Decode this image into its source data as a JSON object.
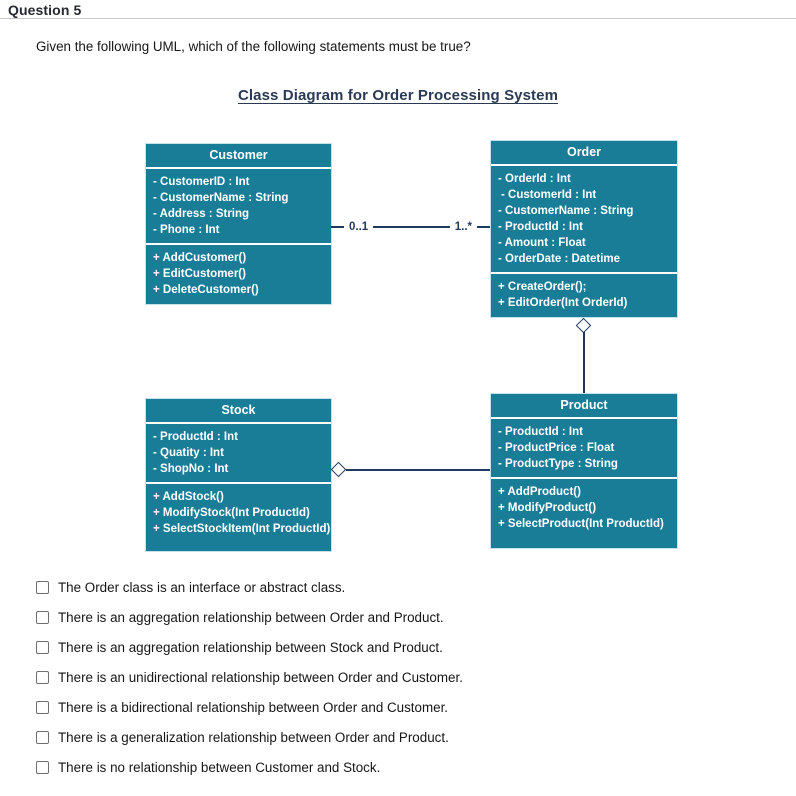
{
  "header": {
    "title": "Question 5"
  },
  "question": {
    "text": "Given the following UML, which of the following statements must be true?"
  },
  "diagram": {
    "title": "Class Diagram for Order Processing System",
    "classes": [
      {
        "name": "Customer",
        "attributes": [
          "- CustomerID : Int",
          "- CustomerName : String",
          "- Address : String",
          "- Phone : Int"
        ],
        "methods": [
          "+ AddCustomer()",
          "+ EditCustomer()",
          "+ DeleteCustomer()"
        ]
      },
      {
        "name": "Order",
        "attributes": [
          "- OrderId : Int",
          "- CustomerId : Int",
          "- CustomerName : String",
          "- ProductId : Int",
          "- Amount : Float",
          "- OrderDate : Datetime"
        ],
        "methods": [
          "+ CreateOrder();",
          "+ EditOrder(Int OrderId)"
        ]
      },
      {
        "name": "Stock",
        "attributes": [
          "- ProductId : Int",
          "- Quatity : Int",
          "- ShopNo : Int"
        ],
        "methods": [
          "+ AddStock()",
          "+ ModifyStock(Int ProductId)",
          "+ SelectStockItem(Int ProductId)"
        ]
      },
      {
        "name": "Product",
        "attributes": [
          "- ProductId : Int",
          "- ProductPrice : Float",
          "- ProductType : String"
        ],
        "methods": [
          "+ AddProduct()",
          "+ ModifyProduct()",
          "+ SelectProduct(Int ProductId)"
        ]
      }
    ],
    "associations": {
      "customer_order": {
        "left_multiplicity": "0..1",
        "right_multiplicity": "1..*"
      },
      "order_product": {
        "type": "aggregation",
        "diamond_end": "Order"
      },
      "stock_product": {
        "type": "aggregation",
        "diamond_end": "Stock"
      }
    }
  },
  "options": [
    {
      "label": "The Order class is an interface or abstract class.",
      "checked": false
    },
    {
      "label": "There is an aggregation relationship between Order and Product.",
      "checked": false
    },
    {
      "label": "There is an aggregation relationship between Stock and Product.",
      "checked": false
    },
    {
      "label": "There is an unidirectional relationship between Order and Customer.",
      "checked": false
    },
    {
      "label": "There is a bidirectional relationship between Order and Customer.",
      "checked": false
    },
    {
      "label": "There is a generalization relationship between Order and Product.",
      "checked": false
    },
    {
      "label": "There is no relationship between Customer and Stock.",
      "checked": false
    }
  ],
  "colors": {
    "class_fill": "#1A7D97",
    "class_text": "#FFFFFF",
    "line_navy": "#1F3A5C",
    "title_navy": "#2B3A54",
    "header_rule": "#C7C7C7"
  }
}
